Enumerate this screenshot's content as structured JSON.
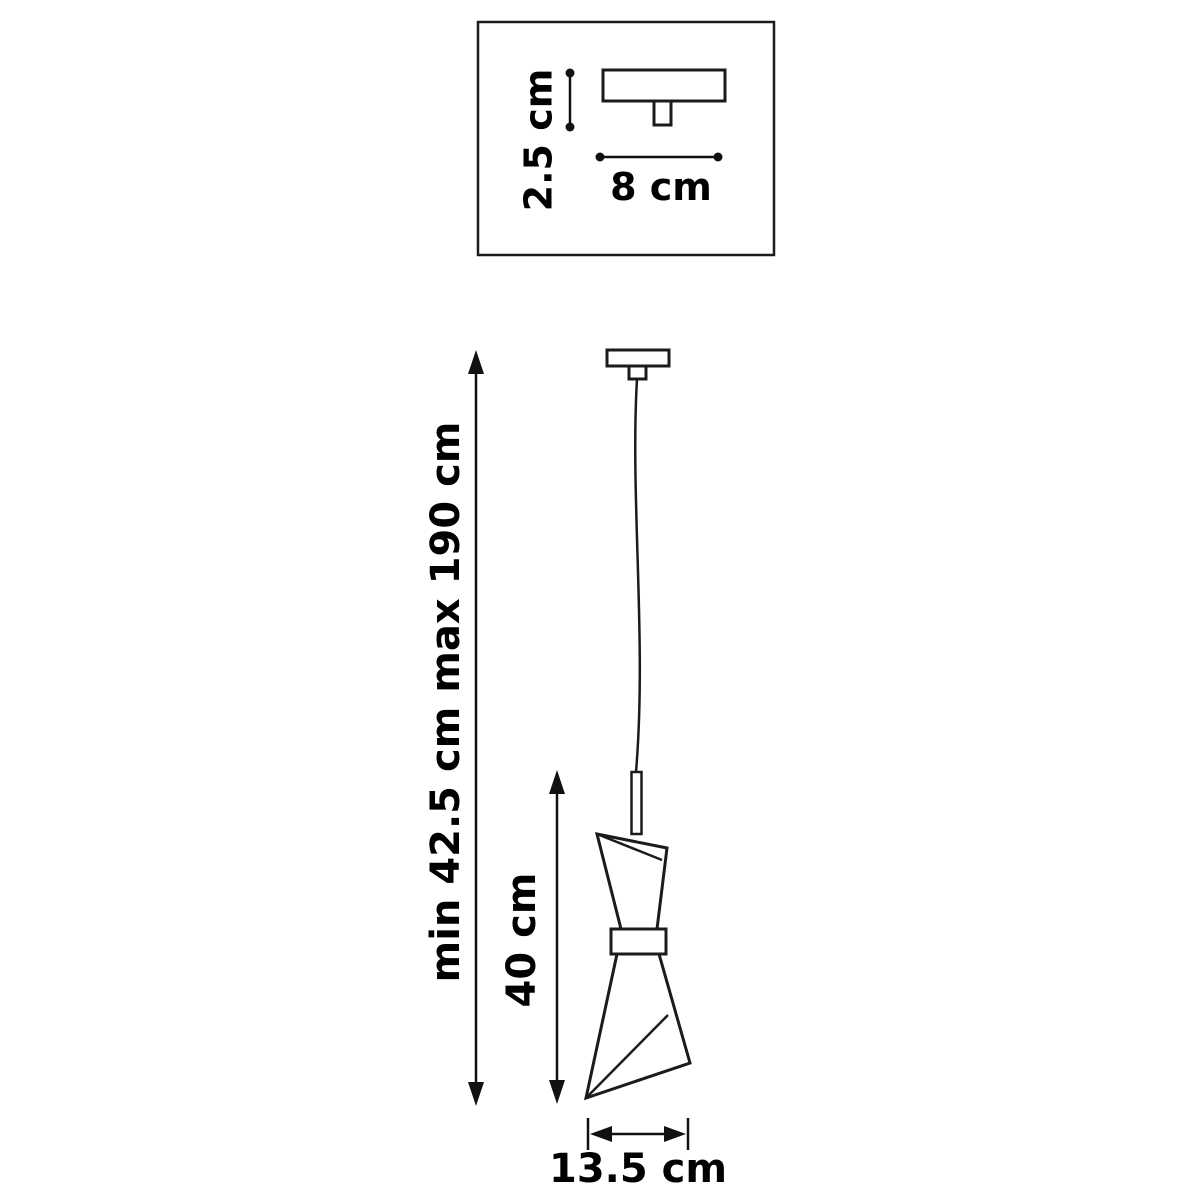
{
  "diagram": {
    "title": "pendant-lamp-dimension-drawing",
    "inset": {
      "height_label": "2.5 cm",
      "width_label": "8 cm"
    },
    "main": {
      "overall_label": "min 42.5 cm max 190 cm",
      "shade_height_label": "40 cm",
      "shade_width_label": "13.5 cm"
    },
    "colors": {
      "line": "#1b1b1b",
      "dimension": "#111111",
      "text": "#000000",
      "background": "#ffffff"
    }
  }
}
